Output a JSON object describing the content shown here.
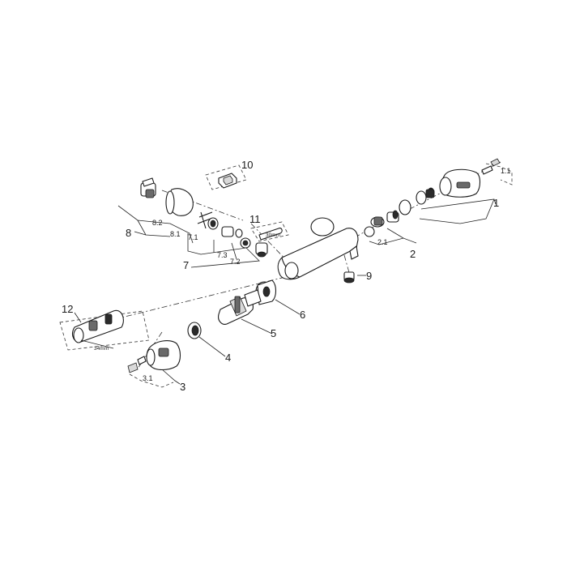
{
  "diagram": {
    "labels": {
      "p1": "1",
      "p1_1": "1.1",
      "p2": "2",
      "p2_1": "2.1",
      "p3": "3",
      "p3_1": "3.1",
      "p4": "4",
      "p5": "5",
      "p6": "6",
      "p7": "7",
      "p7_1": "7.1",
      "p7_2": "7.2",
      "p7_3": "7.3",
      "p8": "8",
      "p8_1": "8.1",
      "p8_2": "8.2",
      "p9": "9",
      "p10": "10",
      "p11": "11",
      "p12": "12"
    },
    "dimensions": {
      "wrench_size": "30mm",
      "cartridge_size": "34mm"
    }
  }
}
